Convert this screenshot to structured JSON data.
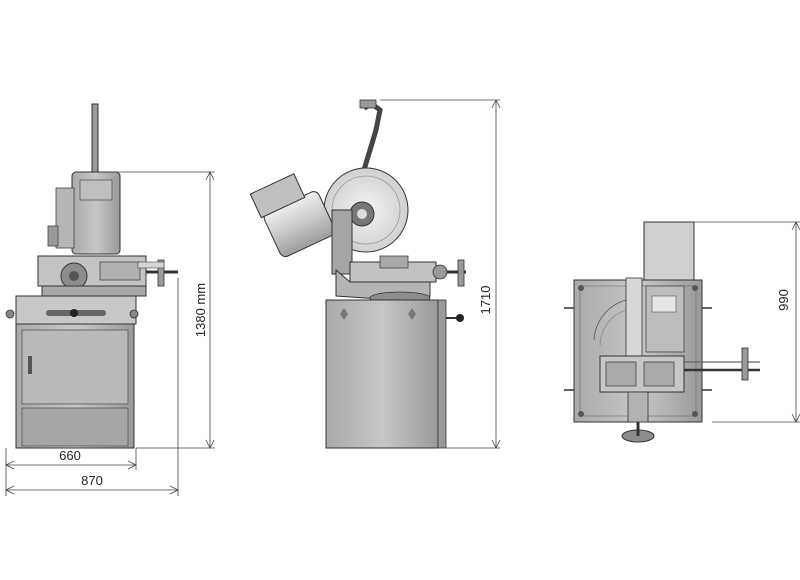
{
  "dimensions": {
    "width_660": "660",
    "width_870": "870",
    "height_1380": "1380 mm",
    "height_1710": "1710",
    "depth_990": "990"
  },
  "colors": {
    "line": "#333333",
    "dim_line": "#444444",
    "body_light": "#d9d9d9",
    "body_mid": "#bdbdbd",
    "body_dark": "#8c8c8c",
    "motor": "#cfcfcf",
    "blade": "#e8e8e8"
  }
}
